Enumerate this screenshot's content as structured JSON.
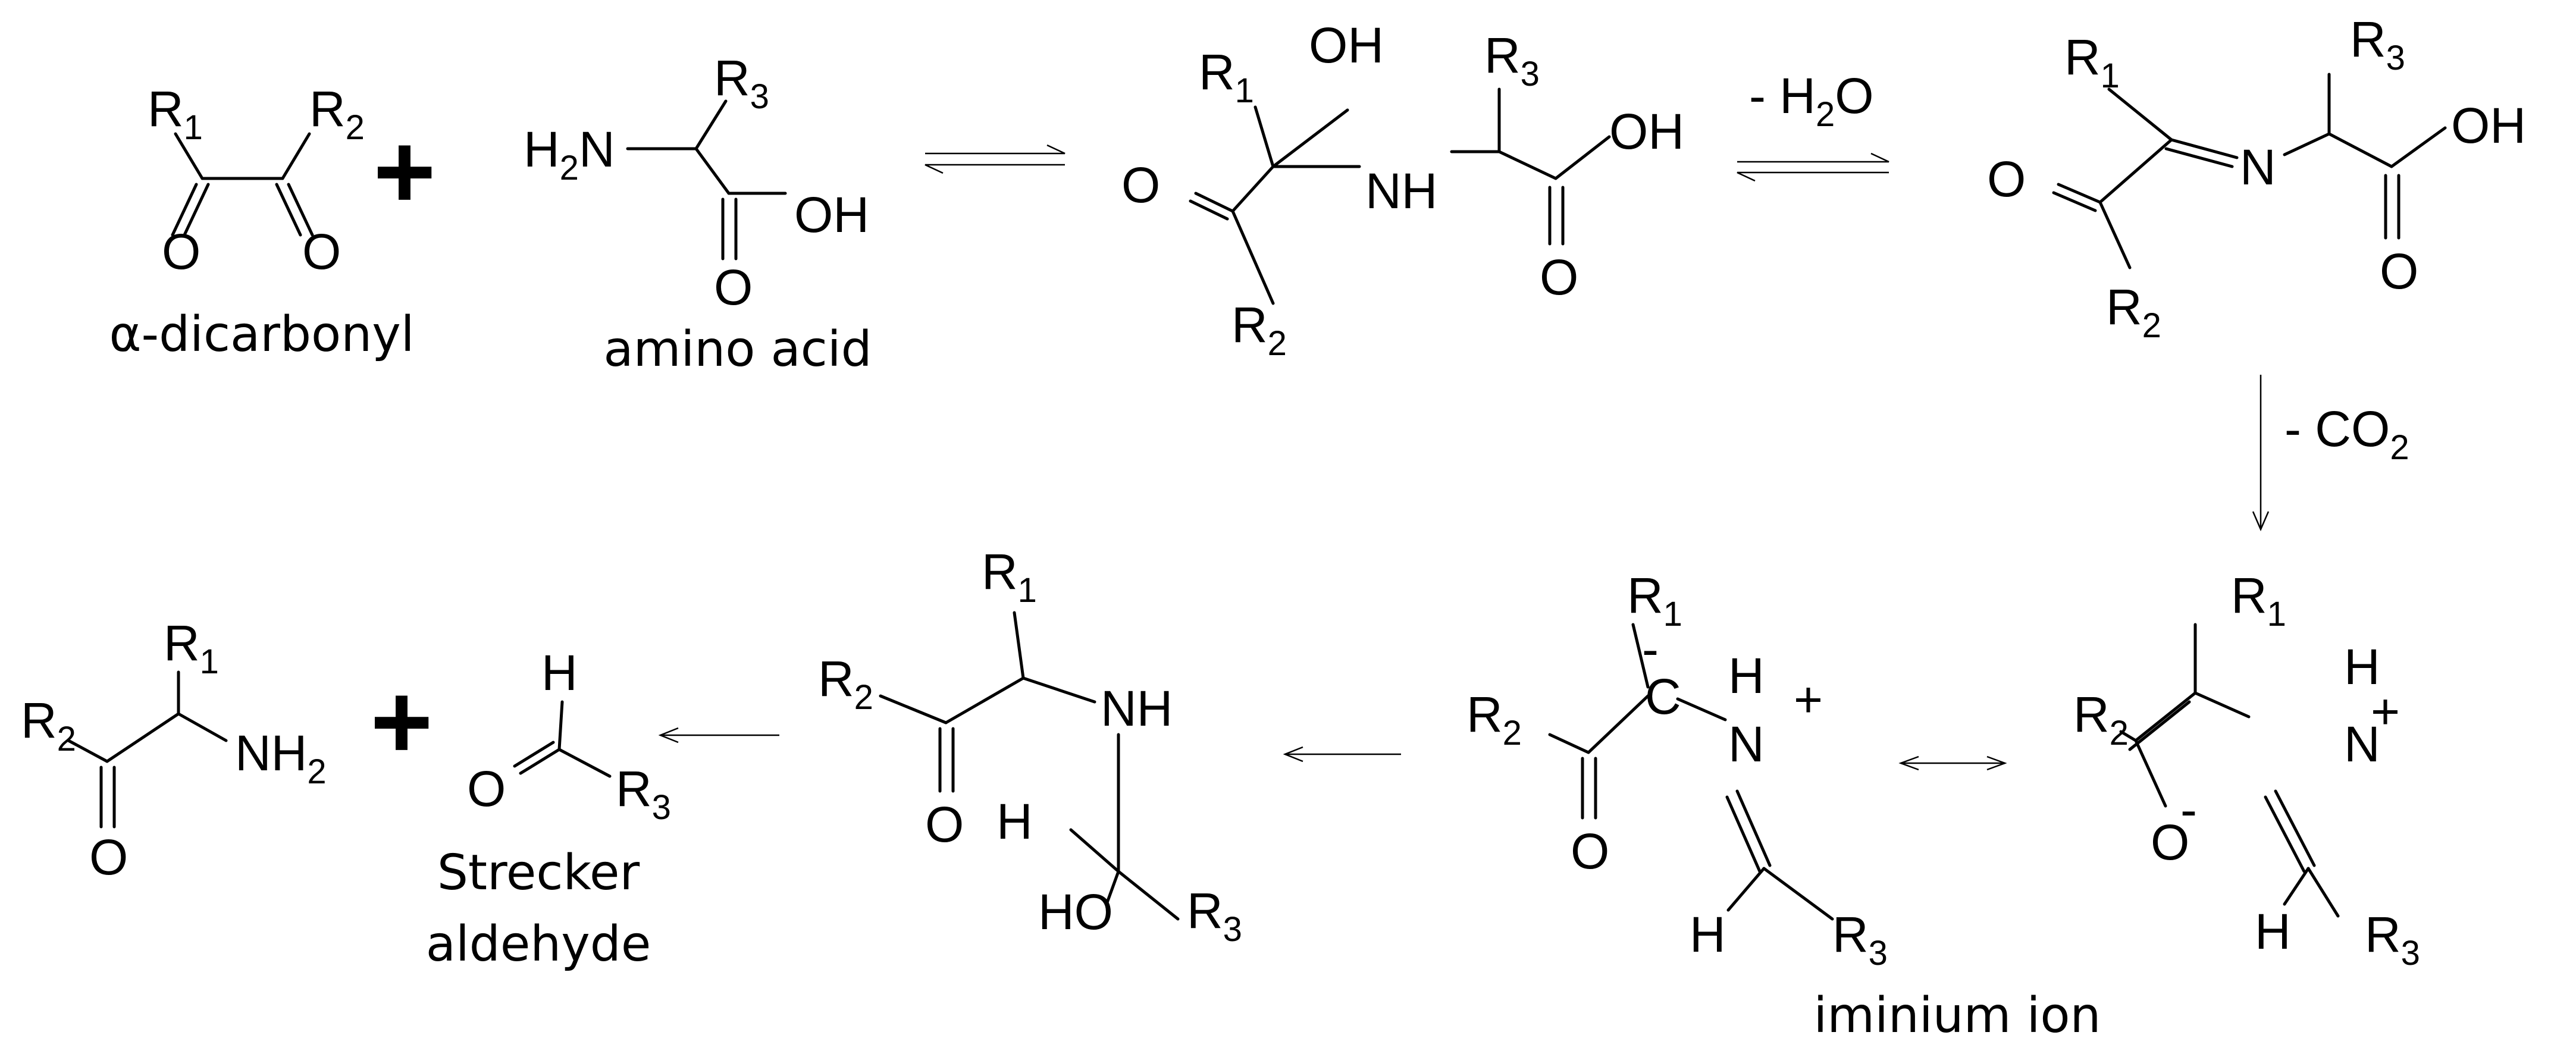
{
  "atoms": {
    "R1": "R",
    "R2": "R",
    "R3": "R",
    "one": "1",
    "two": "2",
    "three": "3",
    "O": "O",
    "OH": "OH",
    "HO": "HO",
    "H": "H",
    "N": "N",
    "NH": "NH",
    "H2N_H": "H",
    "H2N_N": "N",
    "NH2_N": "NH",
    "NH2_2": "2",
    "plus_charge": "+",
    "minus_charge": "-",
    "C": "C"
  },
  "captions": {
    "dicarbonyl": "α-dicarbonyl",
    "amino_acid": "amino acid",
    "strecker_1": "Strecker",
    "strecker_2": "aldehyde",
    "iminium": "iminium ion"
  },
  "reagents": {
    "water_prefix": "- H",
    "water_sub": "2",
    "water_suffix": "O",
    "co2_prefix": "- CO",
    "co2_sub": "2"
  },
  "operators": {
    "plus": "+"
  }
}
